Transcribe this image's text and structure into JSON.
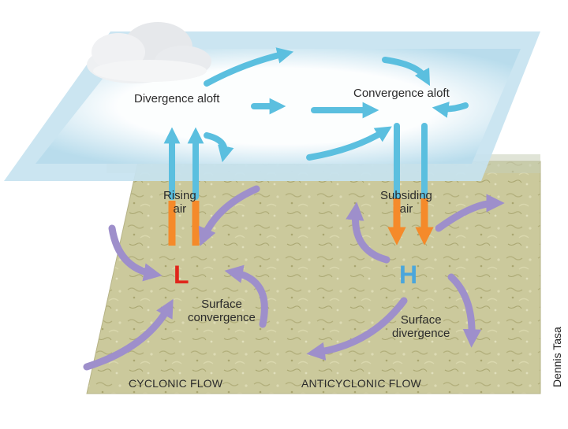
{
  "labels": {
    "divergence_aloft": "Divergence aloft",
    "convergence_aloft": "Convergence aloft",
    "rising_air_1": "Rising",
    "rising_air_2": "air",
    "subsiding_air_1": "Subsiding",
    "subsiding_air_2": "air",
    "low": "L",
    "high": "H",
    "surface_convergence_1": "Surface",
    "surface_convergence_2": "convergence",
    "surface_divergence_1": "Surface",
    "surface_divergence_2": "divergence",
    "cyclonic_flow": "CYCLONIC FLOW",
    "anticyclonic_flow": "ANTICYCLONIC FLOW",
    "credit": "Dennis Tasa"
  },
  "colors": {
    "upper_layer": "#cfe6f1",
    "ground": "#c9c79a",
    "blue_arrow": "#5bbfdf",
    "orange_arrow": "#f58a2a",
    "purple_arrow": "#9e8fcb",
    "low_letter": "#e0261b",
    "high_letter": "#4aa6dc"
  },
  "icons": {
    "cloud": "cloud-icon"
  }
}
